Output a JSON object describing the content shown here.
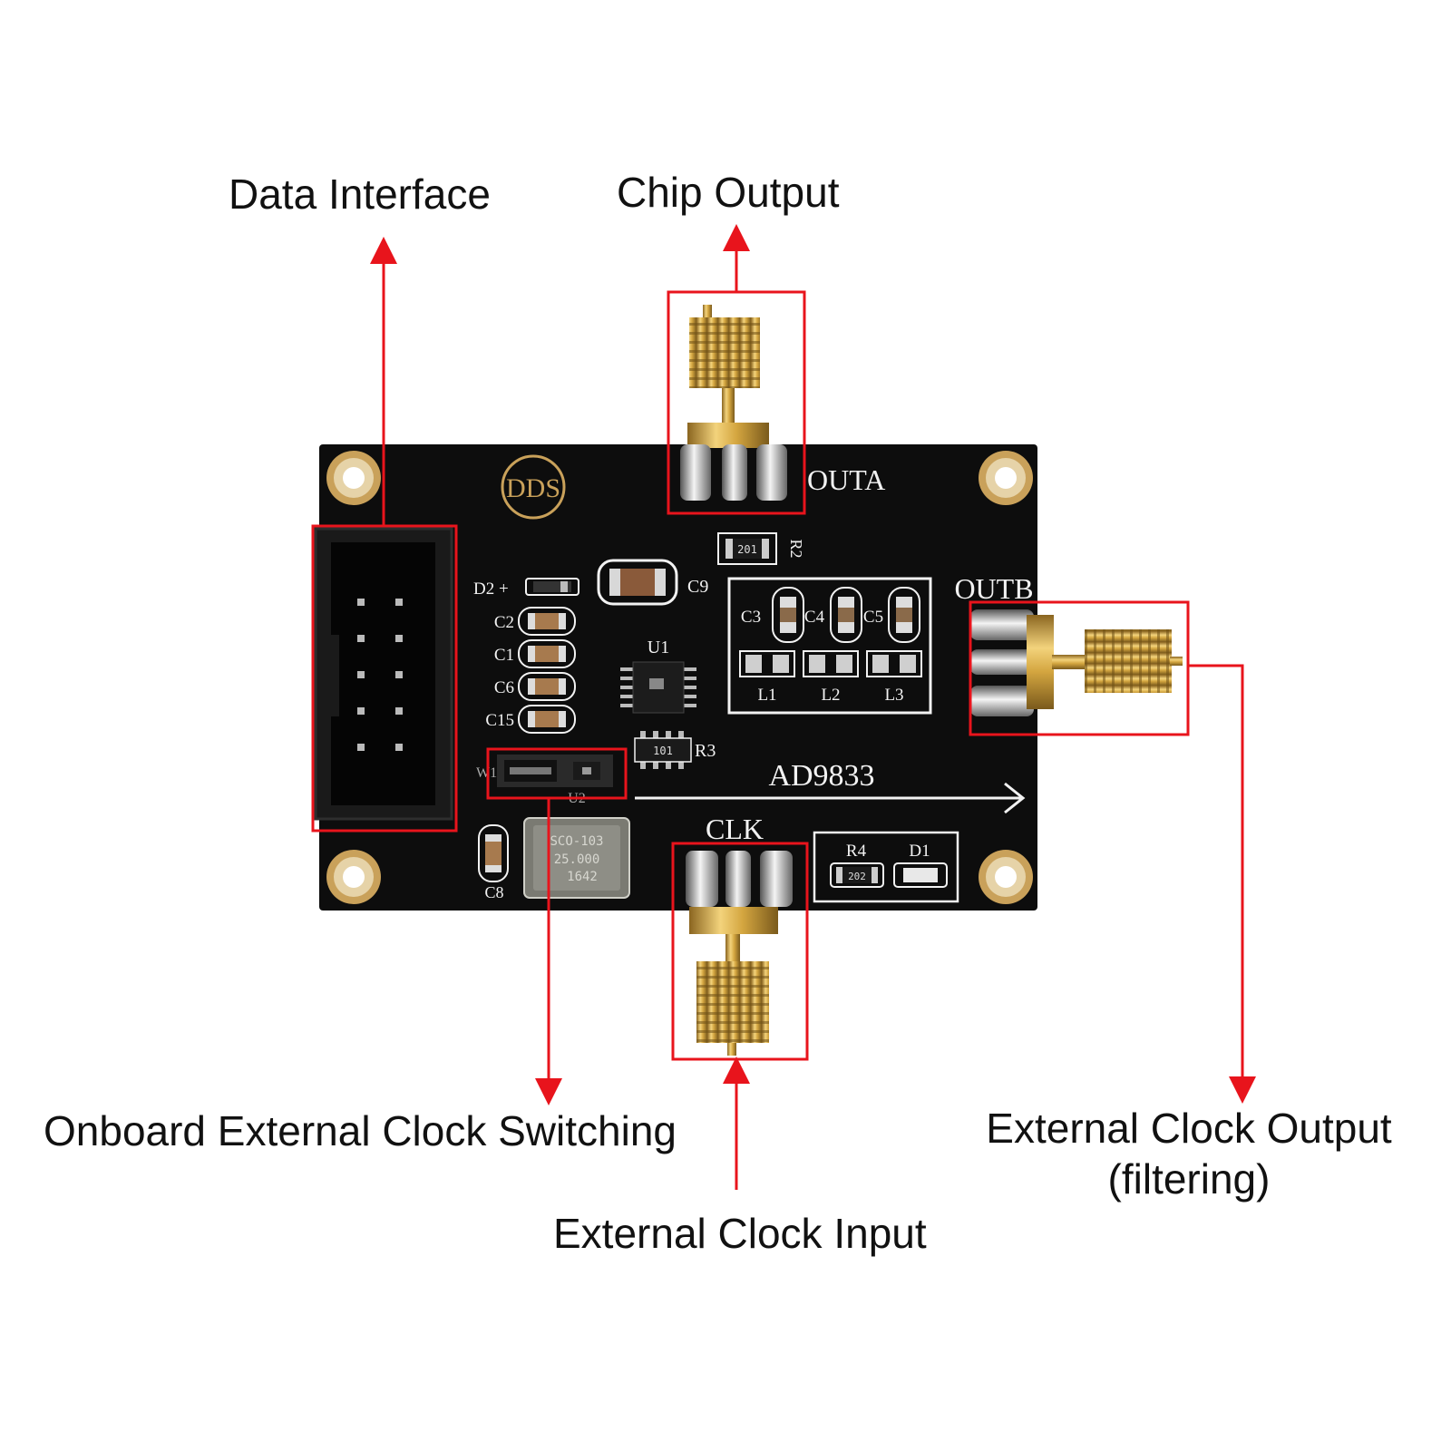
{
  "callouts": {
    "data_interface": "Data Interface",
    "chip_output": "Chip Output",
    "onboard_switching": "Onboard External Clock Switching",
    "external_clock_input": "External Clock Input",
    "external_clock_output_line1": "External Clock Output",
    "external_clock_output_line2": "(filtering)"
  },
  "board": {
    "logo": "DDS",
    "outa": "OUTA",
    "outb": "OUTB",
    "clk": "CLK",
    "chip": "AD9833",
    "u1": "U1",
    "u2": "U2",
    "d2": "D2 +",
    "d1": "D1",
    "c9": "C9",
    "c2": "C2",
    "c1": "C1",
    "c6": "C6",
    "c15": "C15",
    "c8": "C8",
    "c3": "C3",
    "c4": "C4",
    "c5": "C5",
    "l1": "L1",
    "l2": "L2",
    "l3": "L3",
    "r3": "R3",
    "r4": "R4",
    "r2": "R2",
    "w1": "W1",
    "r2_code": "201",
    "r3_code": "101",
    "r4_code": "202",
    "osc_line1": "SCO-103",
    "osc_line2": "25.000",
    "osc_line3": "1642"
  },
  "colors": {
    "annotation": "#e8141c",
    "pcb": "#0d0d0d",
    "gold": "#d4a640",
    "silkscreen": "#f2f2f2"
  }
}
